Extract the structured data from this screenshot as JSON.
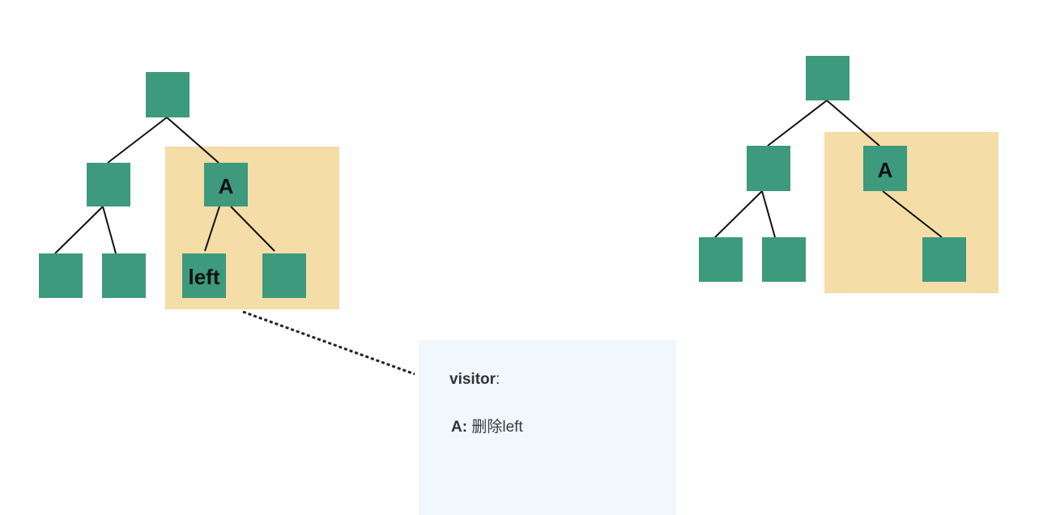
{
  "colors": {
    "node": "#3d9a7c",
    "highlight": "#f5dda8",
    "edge": "#111111",
    "note_background": "#f0f7fd",
    "connector": "#222222"
  },
  "left_tree": {
    "node_a_label": "A",
    "node_left_label": "left"
  },
  "right_tree": {
    "node_a_label": "A"
  },
  "note": {
    "title_bold": "visitor",
    "title_suffix": ":",
    "line_key": "A:",
    "line_text": " 删除left"
  }
}
